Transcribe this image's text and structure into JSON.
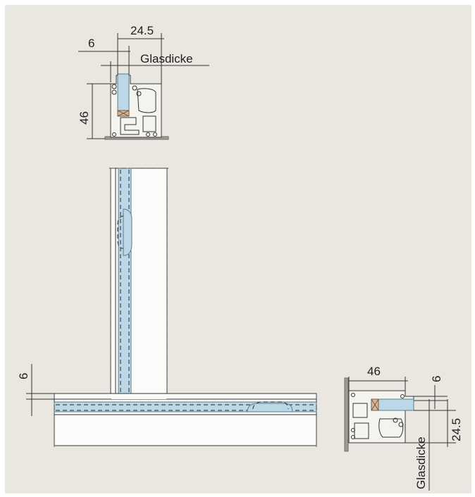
{
  "dimensions": {
    "top_detail": {
      "width_label": "24.5",
      "small_width_label": "6",
      "glass_label": "Glasdicke",
      "height_label": "46"
    },
    "left_gap": {
      "label": "6"
    },
    "right_detail": {
      "width_label": "46",
      "small_label": "6",
      "depth_label": "24.5",
      "glass_label": "Glasdicke"
    }
  },
  "colors": {
    "background": "#e9e7df",
    "glass": "#bcd7e6",
    "profile": "#f3f3f0",
    "seal": "#d9b89a"
  }
}
